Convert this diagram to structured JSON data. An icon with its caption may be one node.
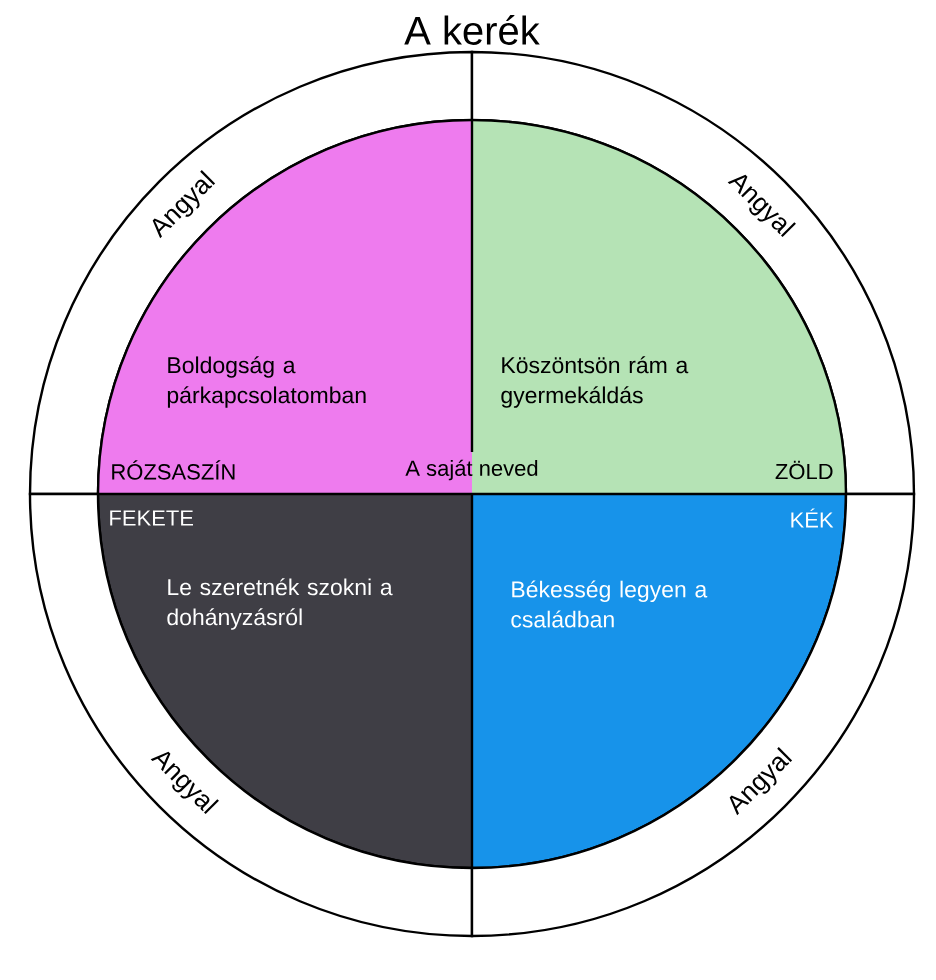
{
  "diagram": {
    "title": "A kerék",
    "nodes": [
      {
        "text": [
          "Angyal"
        ]
      },
      {
        "text": [
          "Angyal"
        ]
      },
      {
        "text": [
          "Boldogság a párkapcsolatomban",
          "RÓZSASZÍN"
        ]
      },
      {
        "text": [
          "Köszöntsön rám a gyermekáldás",
          "ZÖLD"
        ]
      },
      {
        "text": [
          "FEKETE",
          "Le szeretnék szokni a dohányzásról"
        ]
      },
      {
        "text": [
          "KÉK",
          "Békesség legyen a családban"
        ]
      },
      {
        "text": [
          "Angyal"
        ]
      },
      {
        "text": [
          "Angyal"
        ]
      }
    ],
    "labels": [
      "A saját neved"
    ]
  }
}
